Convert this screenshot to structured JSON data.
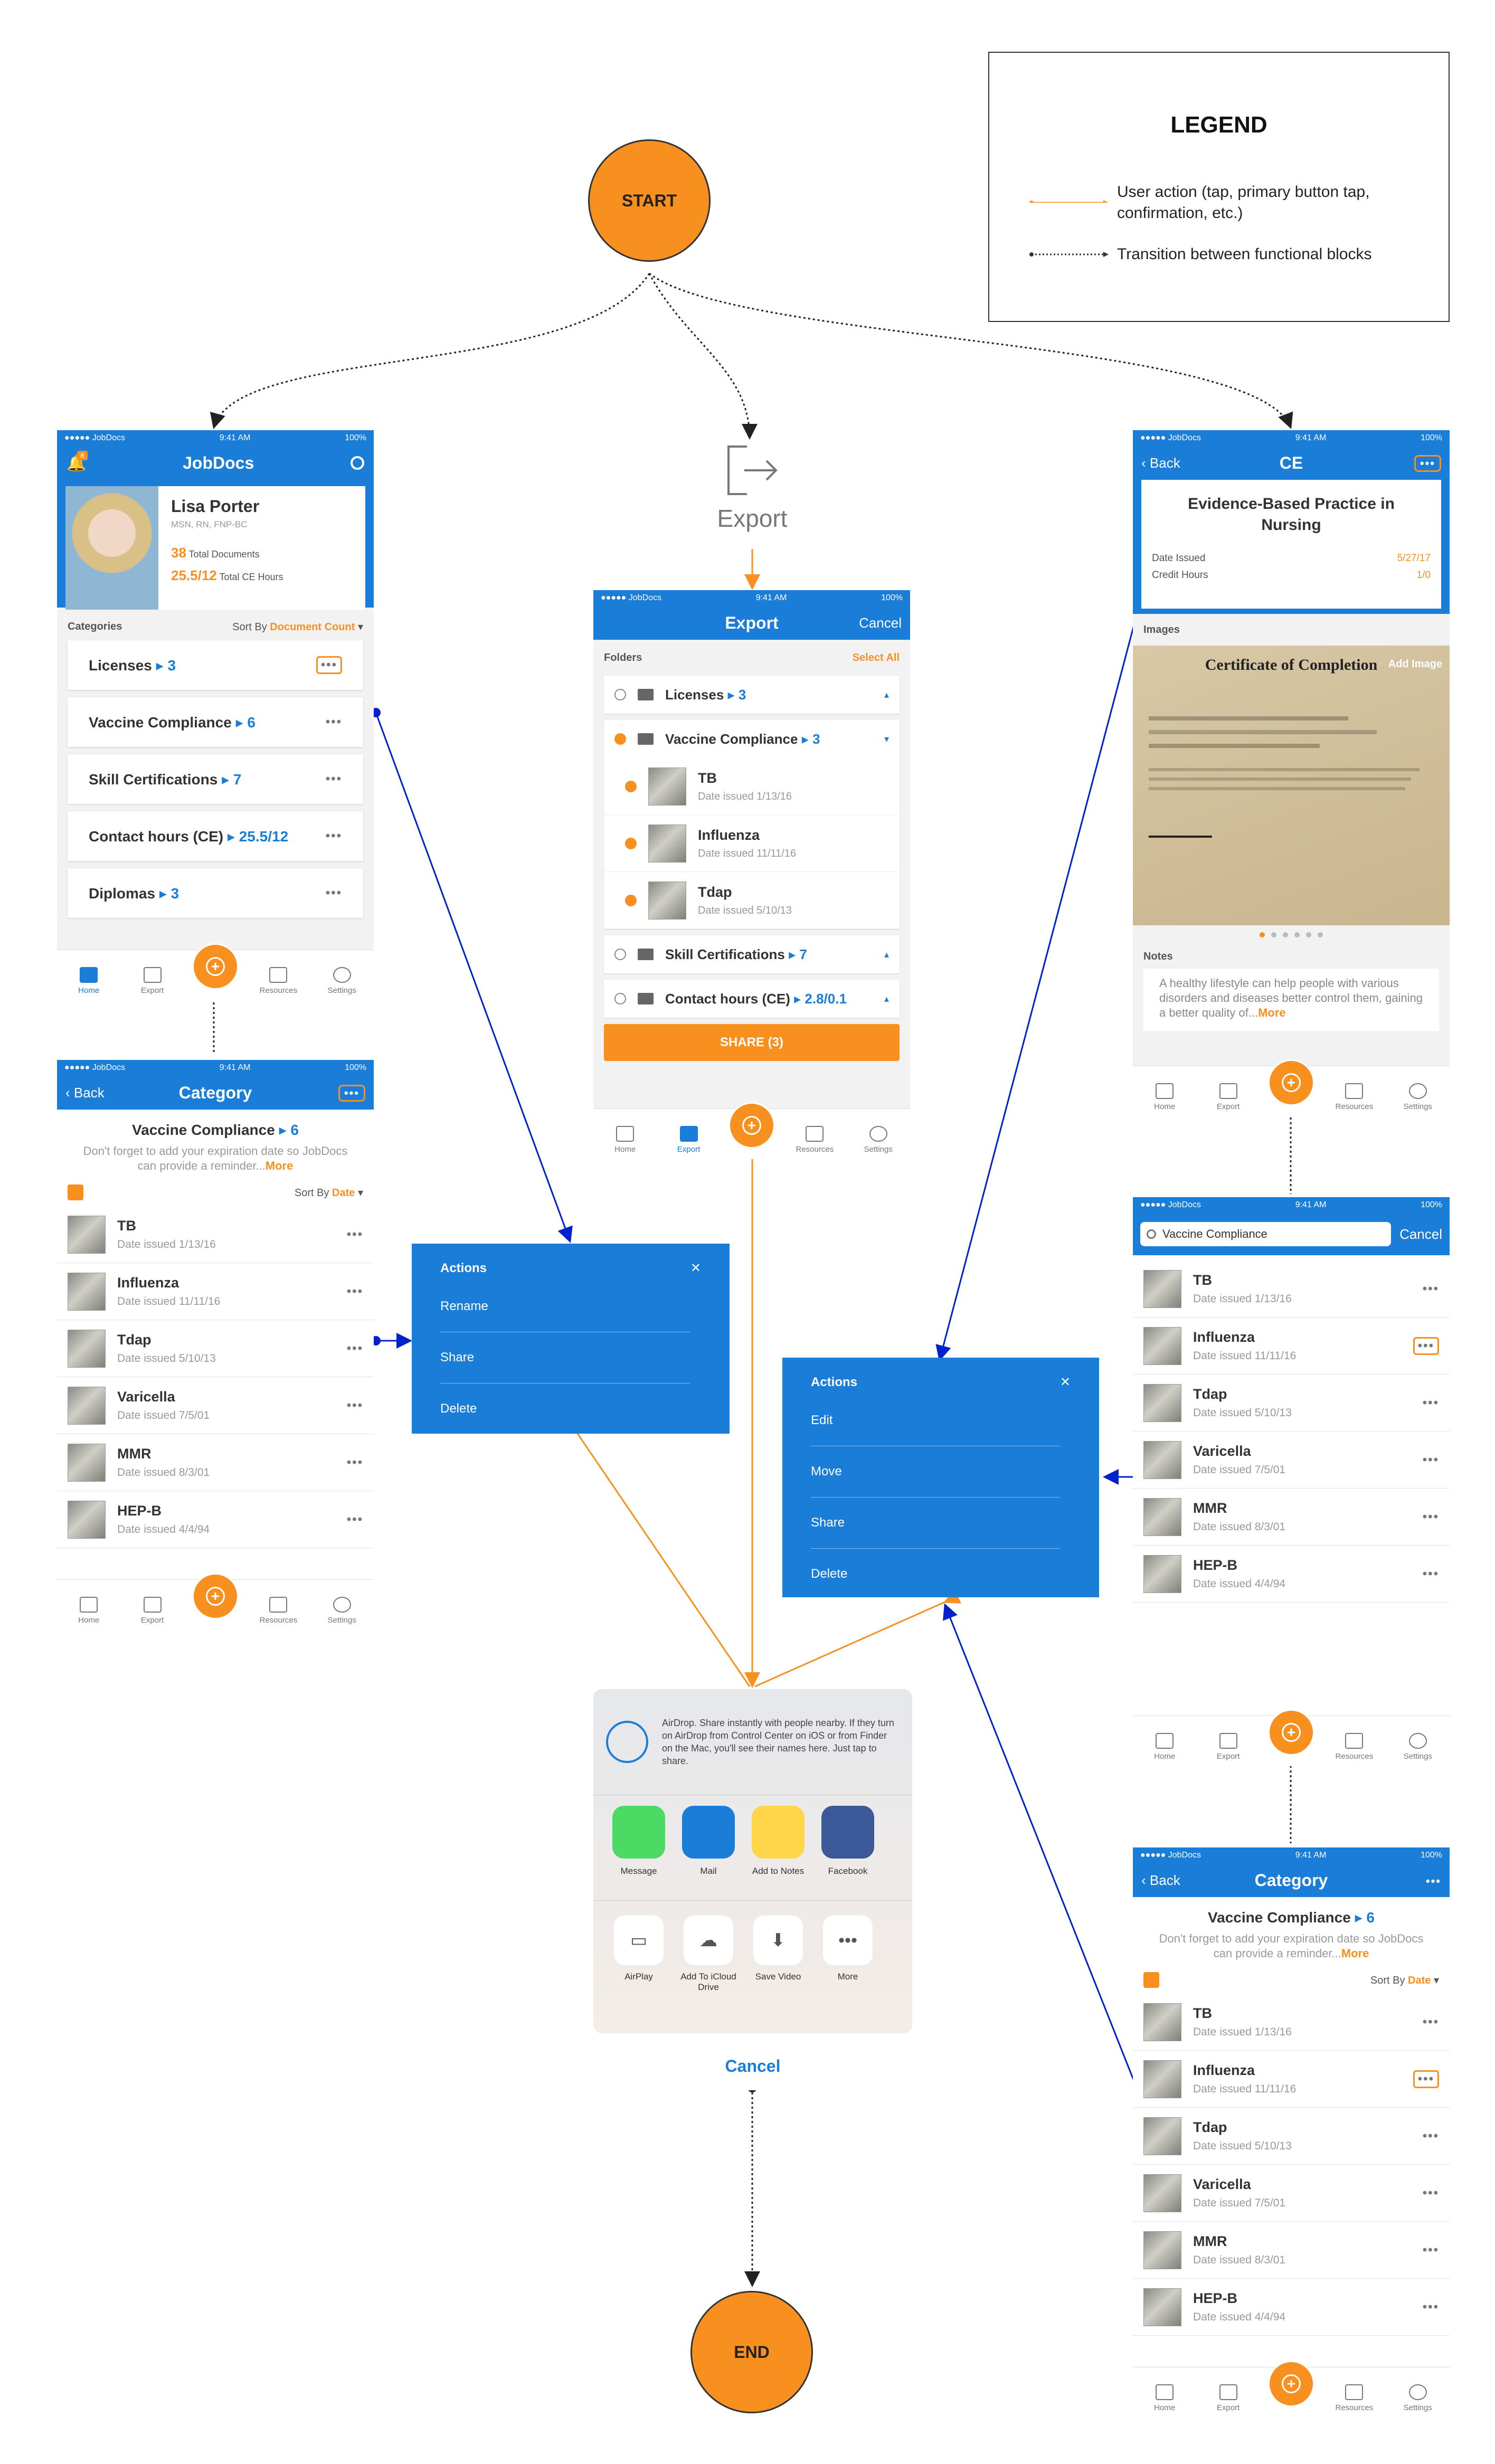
{
  "nodes": {
    "start": "START",
    "end": "END"
  },
  "legend": {
    "title": "LEGEND",
    "user_action": "User action (tap, primary button tap, confirmation, etc.)",
    "transition": "Transition between functional blocks"
  },
  "status": {
    "carrier": "●●●●● JobDocs",
    "time": "9:41 AM",
    "battery": "100%"
  },
  "home": {
    "app_title": "JobDocs",
    "badge": "8",
    "profile": {
      "name": "Lisa Porter",
      "credentials": "MSN, RN, FNP-BC",
      "docs_count": "38",
      "docs_label": "Total Documents",
      "ce_hours": "25.5/12",
      "ce_label": "Total CE Hours"
    },
    "categories_label": "Categories",
    "sort_label": "Sort By",
    "sort_value": "Document Count",
    "categories": [
      {
        "label": "Licenses",
        "count": "3"
      },
      {
        "label": "Vaccine Compliance",
        "count": "6"
      },
      {
        "label": "Skill Certifications",
        "count": "7"
      },
      {
        "label": "Contact hours (CE)",
        "count": "25.5/12"
      },
      {
        "label": "Diplomas",
        "count": "3"
      }
    ]
  },
  "tabs": {
    "home": "Home",
    "export": "Export",
    "resources": "Resources",
    "settings": "Settings"
  },
  "category": {
    "back": "Back",
    "title": "Category",
    "name": "Vaccine Compliance",
    "count": "6",
    "reminder": "Don't forget to add your expiration date so JobDocs can provide a reminder...",
    "reminder_more": "More",
    "sort_label": "Sort By",
    "sort_value": "Date",
    "docs": [
      {
        "name": "TB",
        "date": "Date issued 1/13/16"
      },
      {
        "name": "Influenza",
        "date": "Date issued 11/11/16"
      },
      {
        "name": "Tdap",
        "date": "Date issued 5/10/13"
      },
      {
        "name": "Varicella",
        "date": "Date issued 7/5/01"
      },
      {
        "name": "MMR",
        "date": "Date issued 8/3/01"
      },
      {
        "name": "HEP-B",
        "date": "Date issued 4/4/94"
      }
    ]
  },
  "export_icon_label": "Export",
  "export": {
    "title": "Export",
    "cancel": "Cancel",
    "folders_label": "Folders",
    "select_all": "Select All",
    "folders": [
      {
        "label": "Licenses",
        "count": "3"
      },
      {
        "label": "Vaccine Compliance",
        "count": "3"
      },
      {
        "label": "Skill Certifications",
        "count": "7"
      },
      {
        "label": "Contact hours (CE)",
        "count": "2.8/0.1"
      }
    ],
    "docs": [
      {
        "name": "TB",
        "date": "Date issued 1/13/16"
      },
      {
        "name": "Influenza",
        "date": "Date issued 11/11/16"
      },
      {
        "name": "Tdap",
        "date": "Date issued 5/10/13"
      }
    ],
    "share_button": "SHARE (3)"
  },
  "ce": {
    "back": "Back",
    "title": "CE",
    "doc_title": "Evidence-Based Practice in Nursing",
    "date_issued_label": "Date Issued",
    "date_issued": "5/27/17",
    "credit_label": "Credit Hours",
    "credit": "1/0",
    "images_label": "Images",
    "cert_heading": "Certificate of Completion",
    "add_image": "Add Image",
    "notes_label": "Notes",
    "notes": "A healthy lifestyle can help people with various disorders and diseases better control them, gaining a better quality of...",
    "notes_more": "More"
  },
  "search": {
    "query": "Vaccine Compliance",
    "cancel": "Cancel"
  },
  "actions_a": {
    "title": "Actions",
    "items": [
      "Rename",
      "Share",
      "Delete"
    ]
  },
  "actions_b": {
    "title": "Actions",
    "items": [
      "Edit",
      "Move",
      "Share",
      "Delete"
    ]
  },
  "share_sheet": {
    "airdrop": "AirDrop. Share instantly with people nearby. If they turn on AirDrop from Control Center on iOS or from Finder on the Mac, you'll see their names here. Just tap to share.",
    "apps": [
      "Message",
      "Mail",
      "Add to Notes",
      "Facebook"
    ],
    "ops": [
      "AirPlay",
      "Add To iCloud Drive",
      "Save Video",
      "More"
    ],
    "cancel": "Cancel"
  },
  "colors": {
    "blue": "#1A7DD7",
    "orange": "#F7901E",
    "nav_blue": "#0022CC"
  }
}
